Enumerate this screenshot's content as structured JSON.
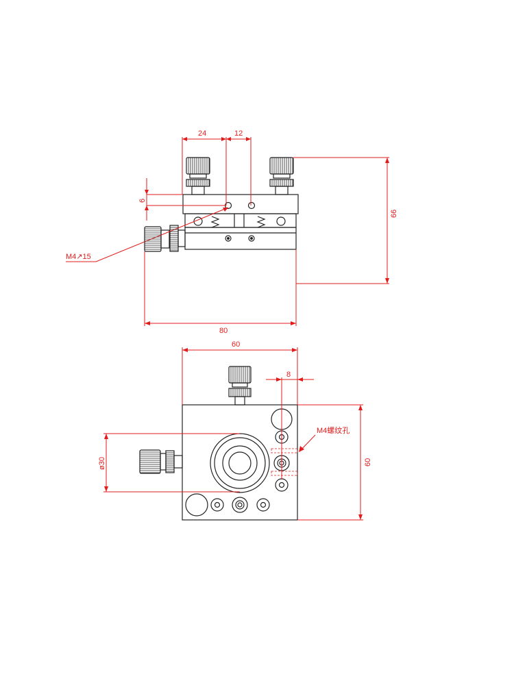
{
  "top_view": {
    "dim_24": "24",
    "dim_12": "12",
    "dim_6": "6",
    "dim_66": "66",
    "dim_80": "80",
    "thread_callout": "M4↗15"
  },
  "front_view": {
    "dim_60_width": "60",
    "dim_8": "8",
    "dim_60_height": "60",
    "dim_diameter": "ø30",
    "thread_hole_label": "M4螺纹孔"
  },
  "colors": {
    "dimension": "#e31b1b",
    "part_outline": "#222222"
  }
}
